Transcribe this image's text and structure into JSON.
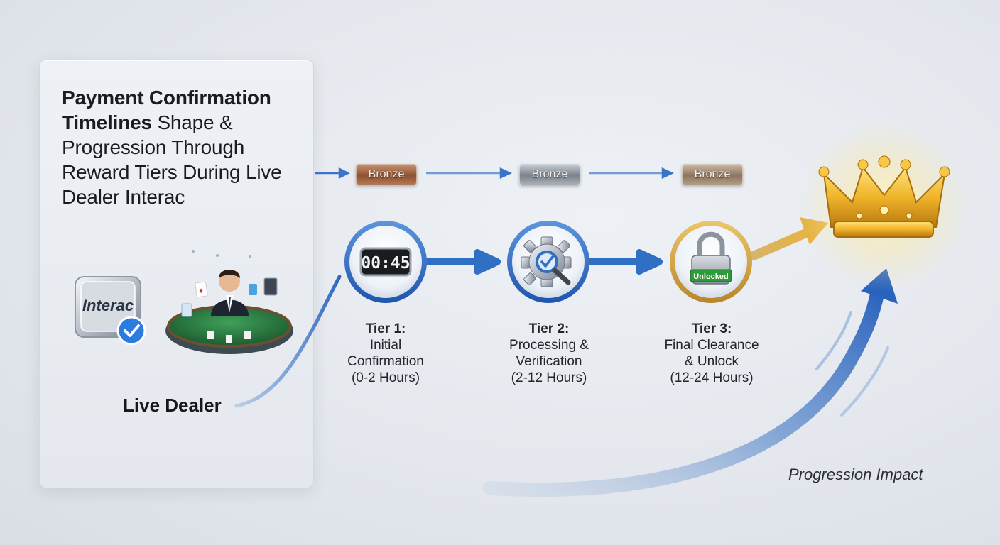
{
  "title": {
    "bold": "Payment Confirmation Timelines",
    "rest": " Shape & Progression Through Reward Tiers During Live Dealer Interac"
  },
  "logo": {
    "text": "Interac"
  },
  "live_dealer_label": "Live Dealer",
  "badges": [
    "Bronze",
    "Bronze",
    "Bronze"
  ],
  "timer_display": "00:45",
  "lock_label": "Unlocked",
  "tiers": [
    {
      "heading": "Tier 1:",
      "lines": [
        "Initial",
        "Confirmation",
        "(0-2 Hours)"
      ]
    },
    {
      "heading": "Tier 2:",
      "lines": [
        "Processing &",
        "Verification",
        "(2-12 Hours)"
      ]
    },
    {
      "heading": "Tier 3:",
      "lines": [
        "Final Clearance",
        "& Unlock",
        "(12-24 Hours)"
      ]
    }
  ],
  "progression_label": "Progression Impact",
  "colors": {
    "blue": "#2f6fc4",
    "gold": "#d9a536",
    "bronze": "#9a5c3b",
    "silver": "#8a929c"
  },
  "icons": [
    "interac-logo",
    "check-badge-icon",
    "dealer-table-illustration",
    "timer-icon",
    "gear-search-icon",
    "padlock-icon",
    "crown-icon"
  ]
}
